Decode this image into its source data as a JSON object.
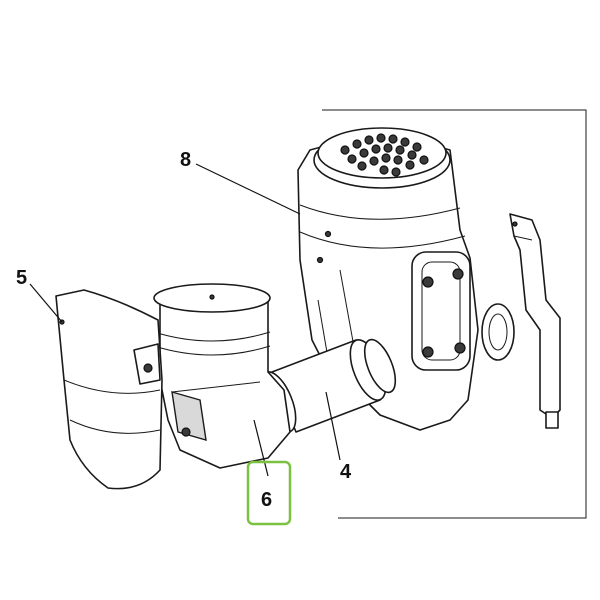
{
  "callouts": {
    "part_8": "8",
    "part_5": "5",
    "part_4": "4",
    "part_6": "6"
  },
  "colors": {
    "highlight": "#7cc242",
    "line": "#1a1a1a",
    "background": "#ffffff"
  }
}
